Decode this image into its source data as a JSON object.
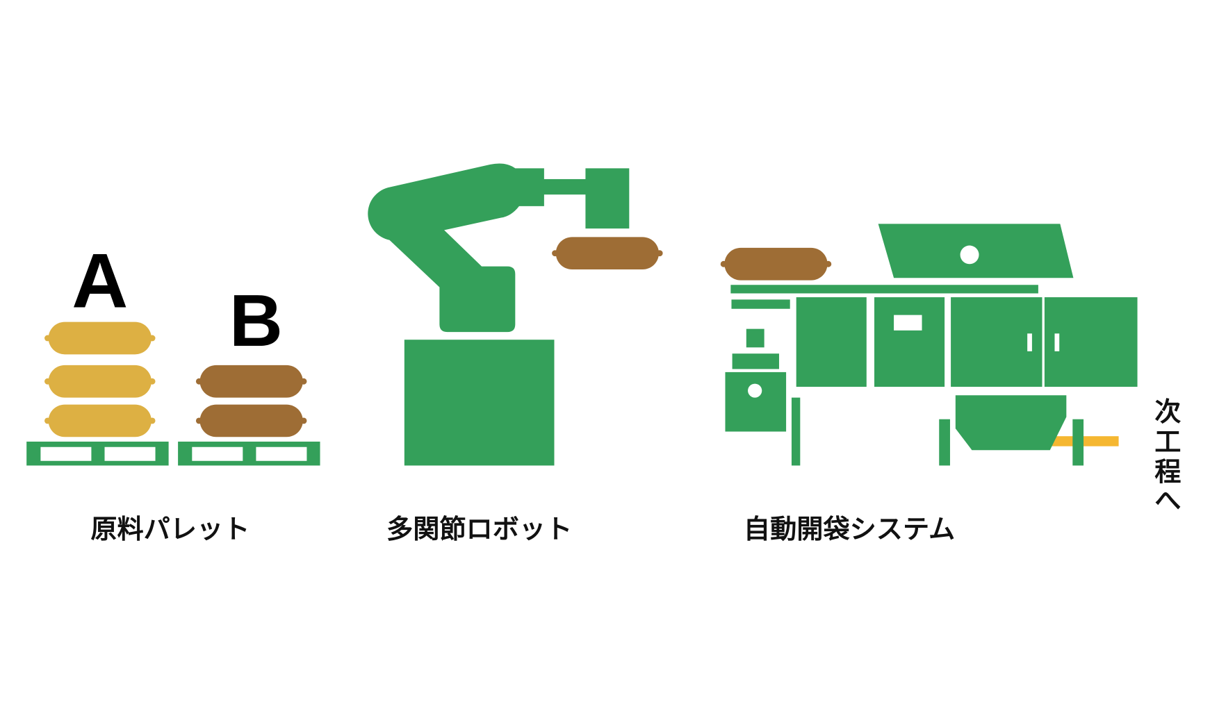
{
  "colors": {
    "green": "#34a05a",
    "yellow": "#ddb043",
    "brown": "#9e6d35",
    "orange": "#f5b731",
    "text": "#111111"
  },
  "pallets": {
    "a_label": "A",
    "b_label": "B",
    "caption": "原料パレット"
  },
  "robot": {
    "caption": "多関節ロボット"
  },
  "system": {
    "caption": "自動開袋システム"
  },
  "next_step": [
    "次",
    "工",
    "程",
    "へ"
  ]
}
